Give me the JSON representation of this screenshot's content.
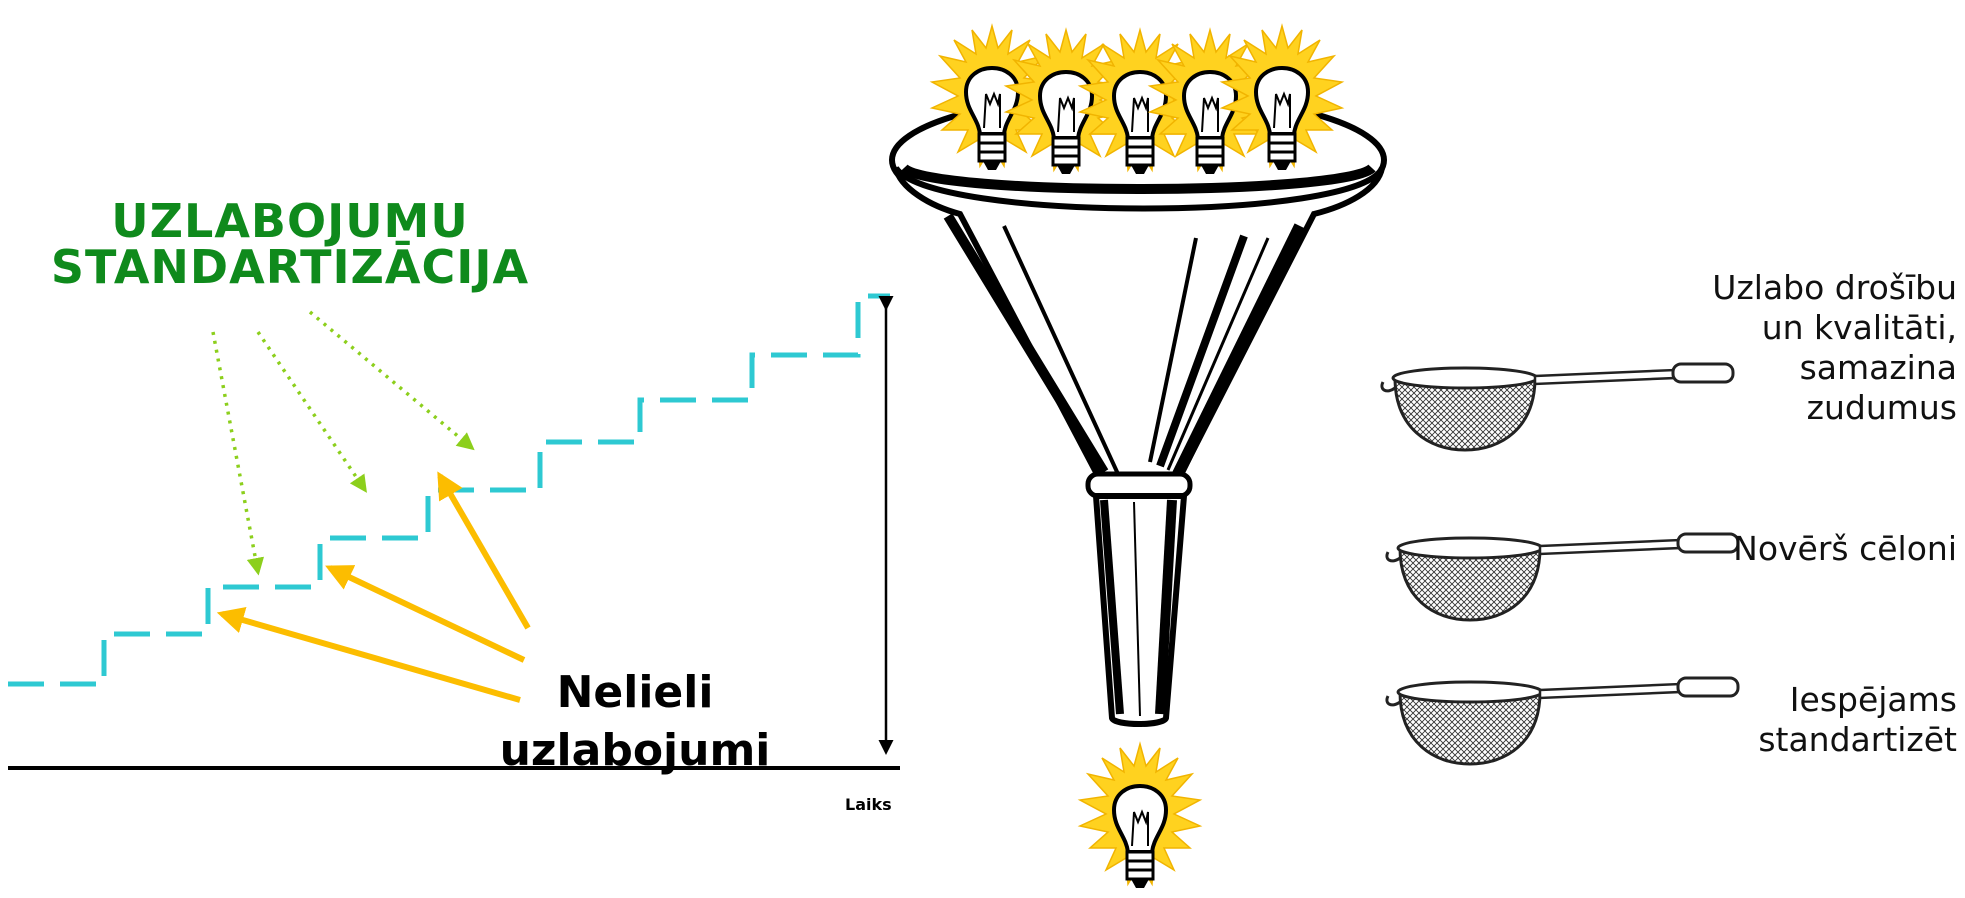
{
  "diagram": {
    "standardization_title": "UZLABOJUMU\nSTANDARTIZĀCIJA",
    "small_improvements_label": "Nelieli\nuzlabojumi",
    "time_axis_label": "Laiks",
    "filter_labels": [
      "Uzlabo drošību\nun kvalitāti,\nsamazina\nzudumus",
      "Novērš cēloni",
      "Iespējams\nstandartizēt"
    ],
    "icons": {
      "bulb": "lightbulb-icon",
      "funnel": "funnel-icon",
      "strainer": "strainer-icon"
    },
    "colors": {
      "staircase": "#2ec9d2",
      "standardization_text": "#0f8a1c",
      "dotted_arrows": "#8ccf1c",
      "improvement_arrows": "#fcbd00",
      "bulb_glow": "#ffd21f",
      "axis": "#000000"
    }
  }
}
